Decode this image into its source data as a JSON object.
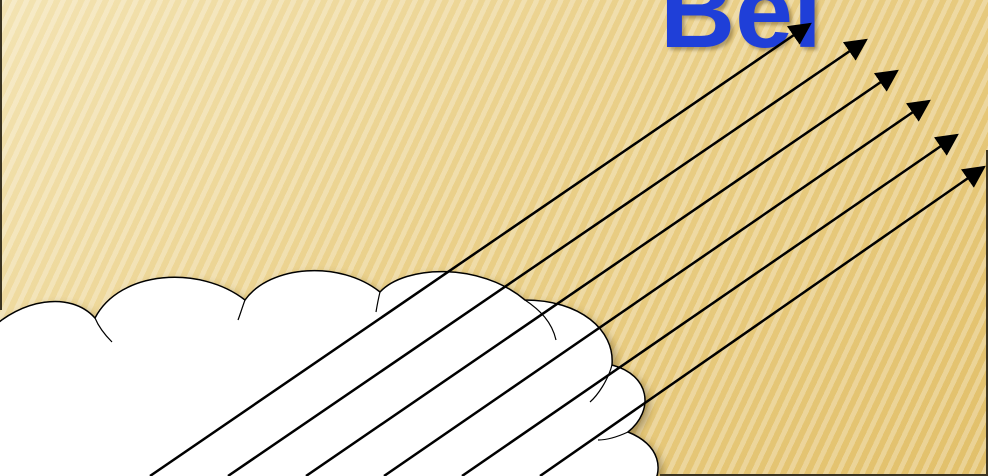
{
  "slide": {
    "title": "Bel",
    "title_color": "#1f3fd8",
    "background_color": "#e9cf7e"
  },
  "diagram": {
    "shapes": [
      "cloud",
      "arrow",
      "arrow",
      "arrow",
      "arrow",
      "arrow",
      "arrow"
    ],
    "stroke_color": "#000000",
    "cloud_fill": "#ffffff"
  }
}
